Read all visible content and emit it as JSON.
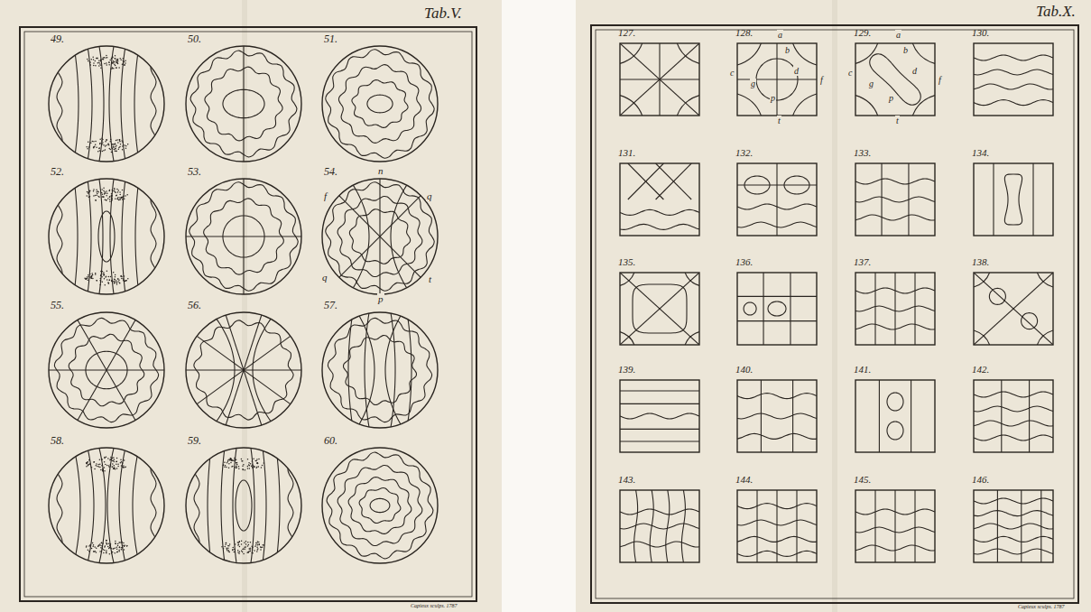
{
  "diagram": {
    "labels": [
      "Tab.V.",
      "49.",
      "50.",
      "51.",
      "52.",
      "53.",
      "54.",
      "55.",
      "56.",
      "57.",
      "58.",
      "59.",
      "60.",
      "n",
      "f",
      "q",
      "q",
      "t",
      "p",
      "Capieux sculps. 1787",
      "Tab.X.",
      "127.",
      "128.",
      "129.",
      "130.",
      "131.",
      "132.",
      "133.",
      "134.",
      "135.",
      "136.",
      "137.",
      "138.",
      "139.",
      "140.",
      "141.",
      "142.",
      "143.",
      "144.",
      "145.",
      "146.",
      "a",
      "b",
      "c",
      "d",
      "f",
      "g",
      "p",
      "t",
      "a",
      "b",
      "c",
      "d",
      "f",
      "g",
      "p",
      "t",
      "Capieux sculps. 1787"
    ]
  }
}
